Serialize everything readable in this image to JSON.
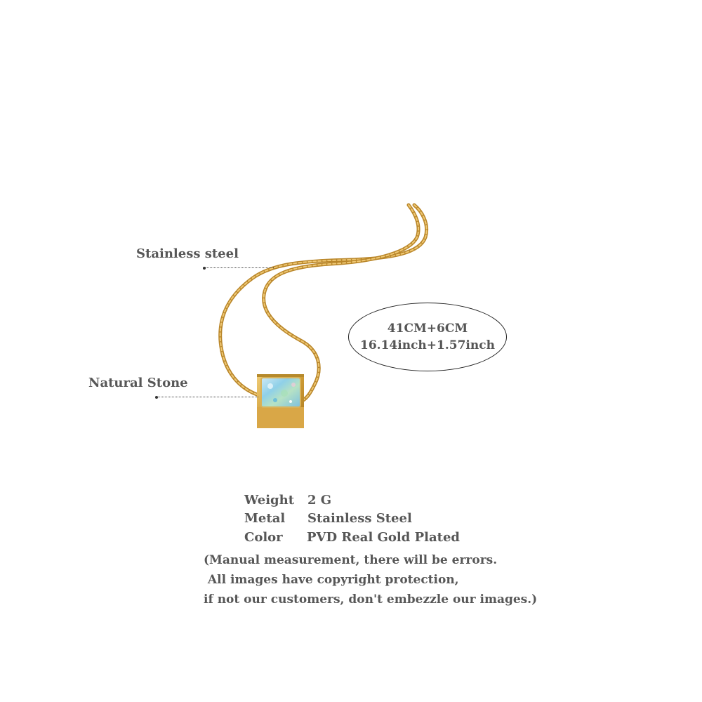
{
  "labels": {
    "chain": "Stainless steel",
    "stone": "Natural Stone"
  },
  "length": {
    "cm": "41CM+6CM",
    "inch": "16.14inch+1.57inch"
  },
  "specs": [
    {
      "key": "Weight",
      "value": "2 G"
    },
    {
      "key": "Metal",
      "value": "Stainless Steel"
    },
    {
      "key": "Color",
      "value": "PVD Real Gold Plated"
    }
  ],
  "notes": [
    "(Manual measurement, there will be errors.",
    " All images have copyright protection,",
    "if not our customers, don't embezzle our images.)"
  ],
  "colors": {
    "gold": "#c9962f",
    "gold_light": "#e2b85a",
    "opal": "#9fd4e6",
    "text": "#575757"
  }
}
